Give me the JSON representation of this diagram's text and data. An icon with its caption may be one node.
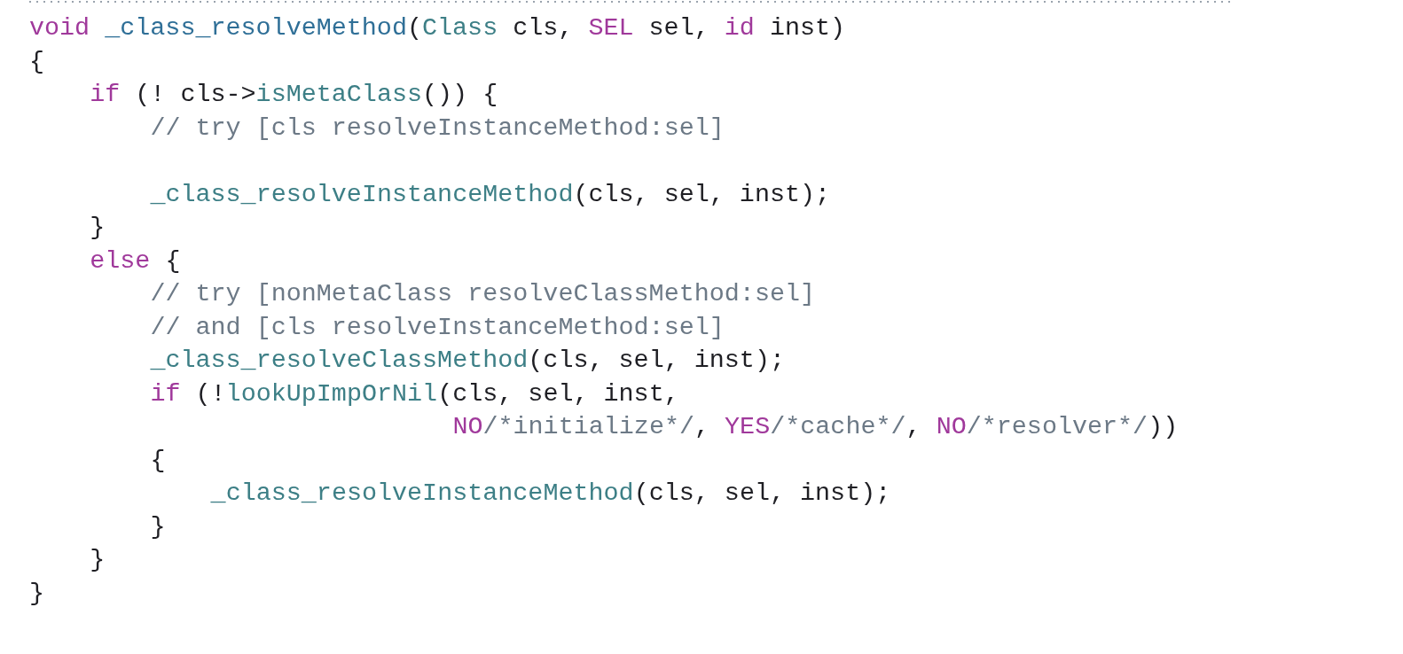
{
  "diagram": {
    "labels": [
      "void _class_resolveMethod(Class cls, SEL sel, id inst)",
      "{",
      "if (! cls->isMetaClass()) {",
      "// try [cls resolveInstanceMethod:sel]",
      "_class_resolveInstanceMethod(cls, sel, inst);",
      "}",
      "else {",
      "// try [nonMetaClass resolveClassMethod:sel]",
      "// and [cls resolveInstanceMethod:sel]",
      "_class_resolveClassMethod(cls, sel, inst);",
      "if (!lookUpImpOrNil(cls, sel, inst,",
      "NO/*initialize*/, YES/*cache*/, NO/*resolver*/))",
      "{",
      "_class_resolveInstanceMethod(cls, sel, inst);",
      "}",
      "}",
      "}"
    ]
  }
}
